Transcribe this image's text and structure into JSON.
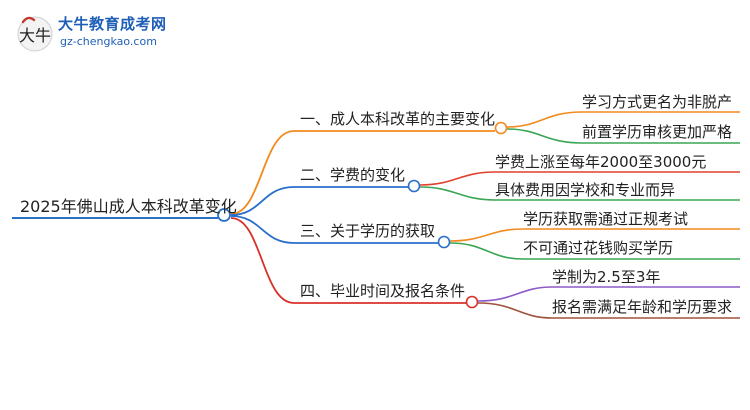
{
  "header": {
    "site_name": "大牛教育成考网",
    "site_url": "gz-chengkao.com",
    "logo_mark_text": "大牛"
  },
  "mindmap": {
    "root": "2025年佛山成人本科改革变化",
    "branches": [
      {
        "label": "一、成人本科改革的主要变化",
        "color": "#f28a1e",
        "children": [
          {
            "label": "学习方式更名为非脱产",
            "color": "#f28a1e"
          },
          {
            "label": "前置学历审核更加严格",
            "color": "#3aa655"
          }
        ]
      },
      {
        "label": "二、学费的变化",
        "color": "#2a6fc9",
        "children": [
          {
            "label": "学费上涨至每年2000至3000元",
            "color": "#e0402e"
          },
          {
            "label": "具体费用因学校和专业而异",
            "color": "#3aa655"
          }
        ]
      },
      {
        "label": "三、关于学历的获取",
        "color": "#2a6fc9",
        "children": [
          {
            "label": "学历获取需通过正规考试",
            "color": "#f28a1e"
          },
          {
            "label": "不可通过花钱购买学历",
            "color": "#3aa655"
          }
        ]
      },
      {
        "label": "四、毕业时间及报名条件",
        "color": "#d9302a",
        "children": [
          {
            "label": "学制为2.5至3年",
            "color": "#8e5bc6"
          },
          {
            "label": "报名需满足年龄和学历要求",
            "color": "#a0523a"
          }
        ]
      }
    ],
    "root_color": "#2a6fc9"
  }
}
